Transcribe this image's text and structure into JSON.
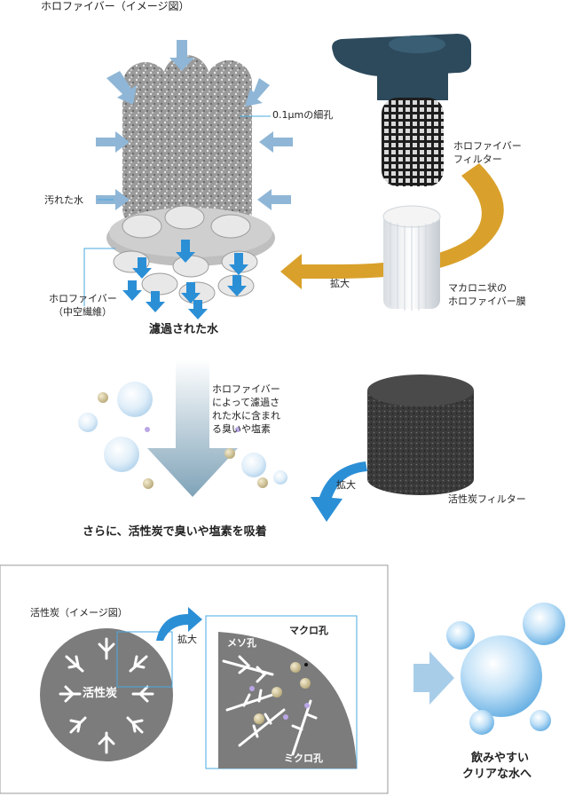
{
  "section1": {
    "title": "ホロファイバー（イメージ図）",
    "pore_label": "0.1μmの細孔",
    "dirty_water_label": "汚れた水",
    "fiber_label_line1": "ホロファイバー",
    "fiber_label_line2": "（中空繊維）",
    "filtered_water_label": "濾過された水",
    "filter_label_line1": "ホロファイバー",
    "filter_label_line2": "フィルター",
    "zoom_label": "拡大",
    "membrane_label_line1": "マカロニ状の",
    "membrane_label_line2": "ホロファイバー膜"
  },
  "section2": {
    "desc_line1": "ホロファイバー",
    "desc_line2": "によって濾過さ",
    "desc_line3": "れた水に含まれ",
    "desc_line4": "る臭いや塩素",
    "zoom_label": "拡大",
    "carbon_filter_label": "活性炭フィルター",
    "summary": "さらに、活性炭で臭いや塩素を吸着"
  },
  "section3": {
    "title": "活性炭（イメージ図）",
    "carbon_label": "活性炭",
    "zoom_label": "拡大",
    "meso_label": "メソ孔",
    "macro_label": "マクロ孔",
    "micro_label": "ミクロ孔",
    "result_line1": "飲みやすい",
    "result_line2": "クリアな水へ"
  },
  "colors": {
    "arrow_blue": "#2b8fd6",
    "arrow_gold": "#d9a12b",
    "panel_border": "#9a9a9a",
    "zoom_box": "#4aa8e0",
    "filter_cap": "#2d4a5c"
  }
}
